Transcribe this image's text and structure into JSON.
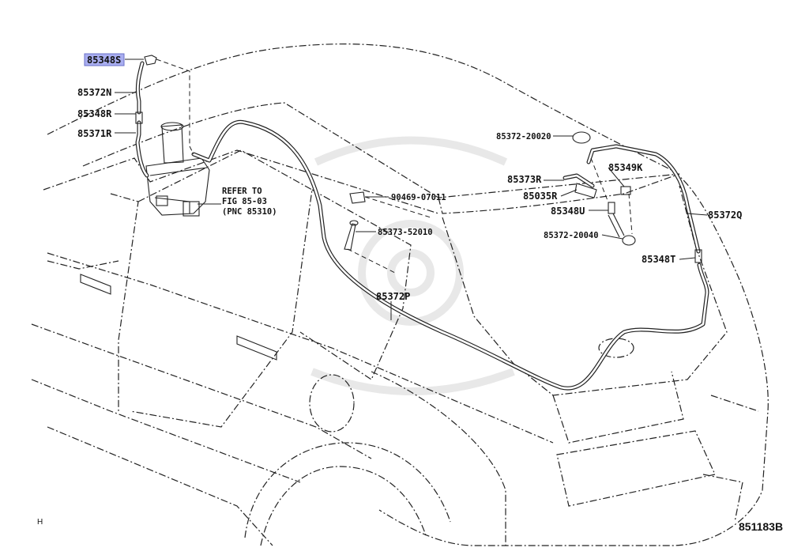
{
  "diagram": {
    "highlight_color": "#a9aef0",
    "parts": [
      {
        "id": "85348s",
        "label": "85348S"
      },
      {
        "id": "85372n",
        "label": "85372N"
      },
      {
        "id": "85348r",
        "label": "85348R"
      },
      {
        "id": "85371r",
        "label": "85371R"
      },
      {
        "id": "90469",
        "label": "90469-07011"
      },
      {
        "id": "85373-52010",
        "label": "85373-52010"
      },
      {
        "id": "85372p",
        "label": "85372P"
      },
      {
        "id": "85372-20020",
        "label": "85372-20020"
      },
      {
        "id": "85373r",
        "label": "85373R"
      },
      {
        "id": "85349k",
        "label": "85349K"
      },
      {
        "id": "85035r",
        "label": "85035R"
      },
      {
        "id": "85348u",
        "label": "85348U"
      },
      {
        "id": "85372-20040",
        "label": "85372-20040"
      },
      {
        "id": "85372q",
        "label": "85372Q"
      },
      {
        "id": "85348t",
        "label": "85348T"
      }
    ],
    "refer_note": [
      "REFER TO",
      "FIG 85-03",
      "(PNC 85310)"
    ],
    "corner_mark": "H",
    "figure_code": "851183B"
  }
}
